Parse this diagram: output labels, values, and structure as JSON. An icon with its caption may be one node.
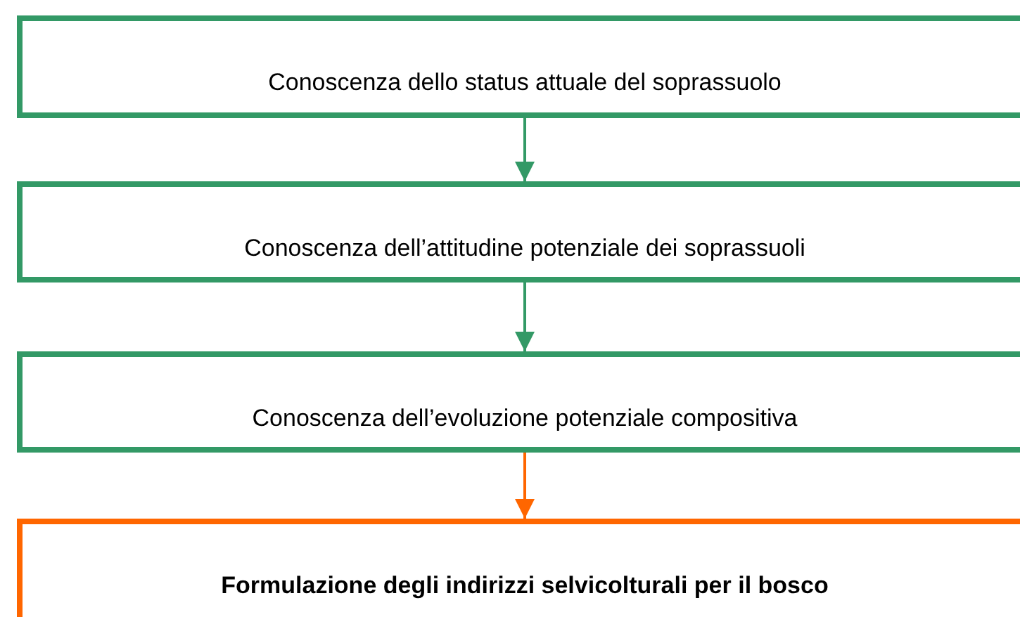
{
  "diagram": {
    "nodes": [
      {
        "text": [
          "Conoscenza dello status attuale del soprassuolo"
        ]
      },
      {
        "text": [
          "Conoscenza dell’attitudine potenziale dei soprassuoli"
        ]
      },
      {
        "text": [
          "Conoscenza dell’evoluzione potenziale compositiva"
        ]
      },
      {
        "text": [
          "Formulazione degli indirizzi selvicolturali per il bosco"
        ]
      }
    ],
    "edges": [
      {
        "from": 0,
        "to": 1,
        "arrow": "to"
      },
      {
        "from": 1,
        "to": 2,
        "arrow": "to"
      },
      {
        "from": 2,
        "to": 3,
        "arrow": "to",
        "color": "#ff6600"
      }
    ]
  }
}
